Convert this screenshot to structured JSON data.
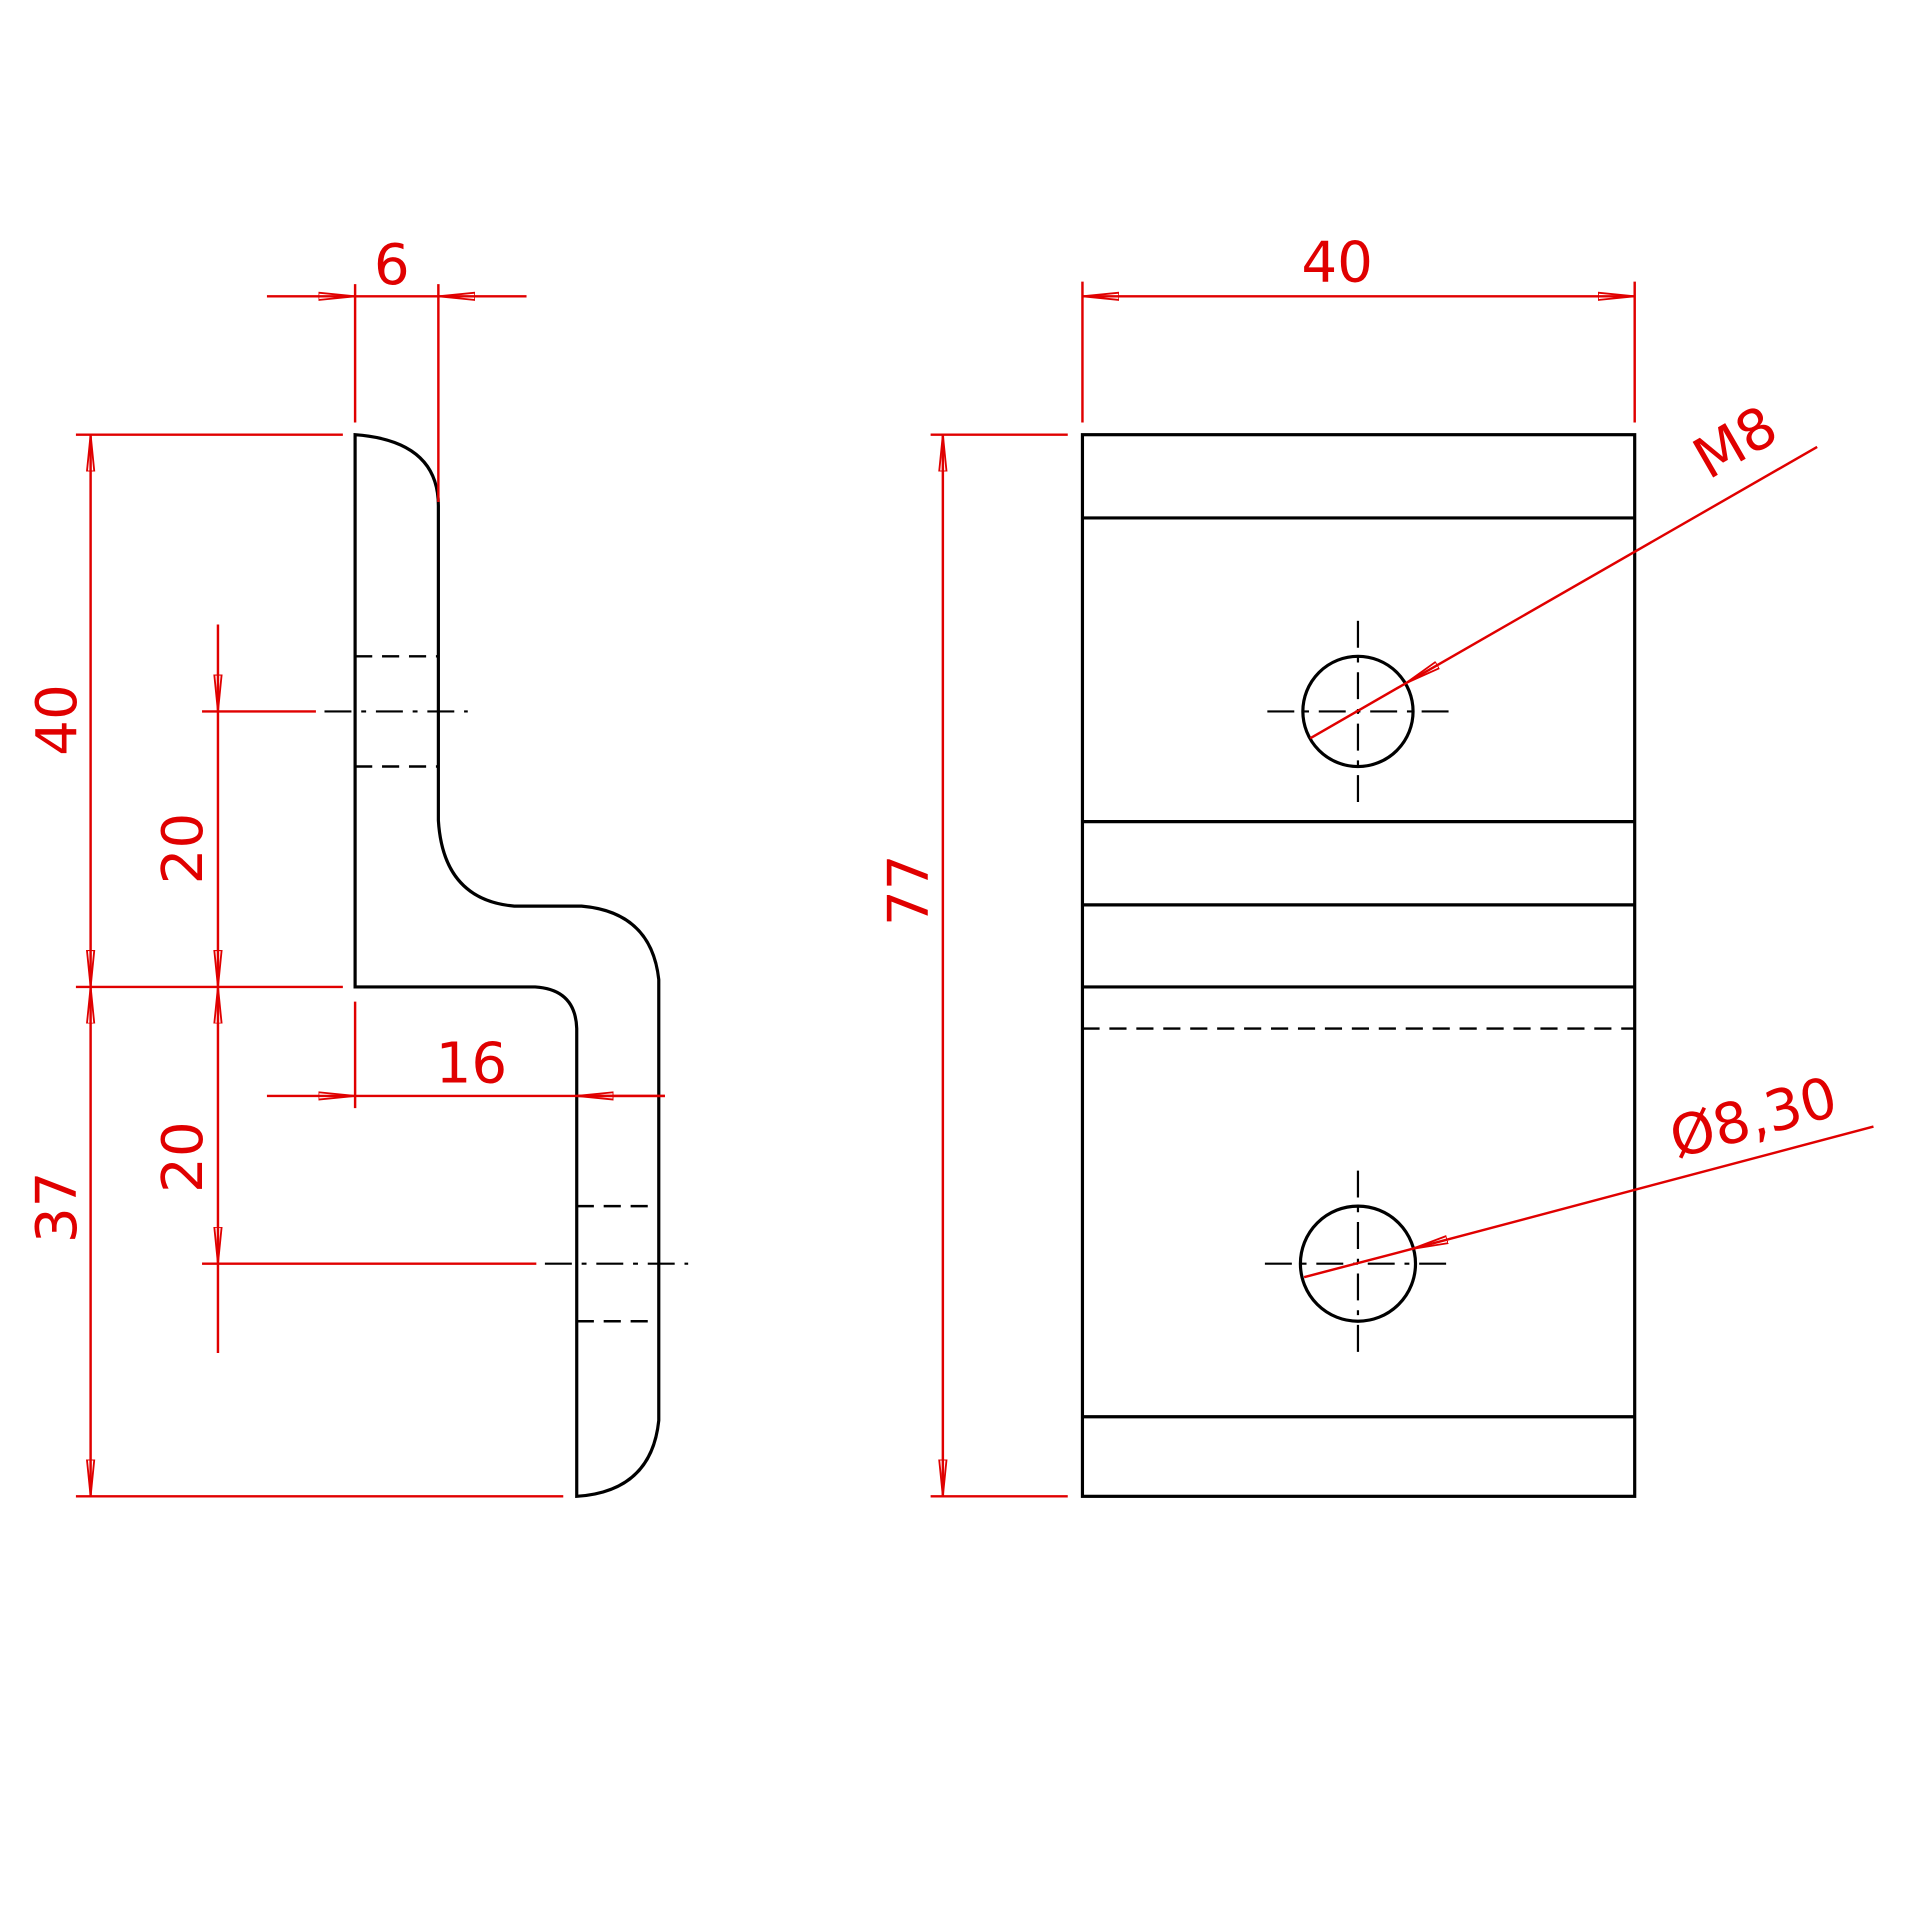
{
  "colors": {
    "outline": "#000000",
    "dimension": "#e00000"
  },
  "side_view": {
    "dims": {
      "thickness": "6",
      "upper_height": "40",
      "lower_height": "37",
      "hole_upper": "20",
      "hole_lower": "20",
      "offset": "16"
    }
  },
  "front_view": {
    "dims": {
      "width": "40",
      "height": "77",
      "thread": "M8",
      "hole_diameter": "Ø8,30"
    }
  }
}
